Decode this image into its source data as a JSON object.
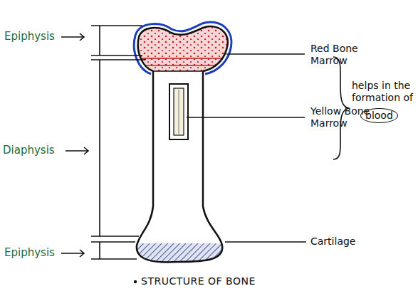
{
  "diagram": {
    "caption": "STRUCTURE OF BONE",
    "labels": [
      "Epiphysis",
      "Red Bone Marrow",
      "Yellow Bone Marrow",
      "Diaphysis",
      "helps in the formation of",
      "blood",
      "Cartilage",
      "Epiphysis"
    ]
  }
}
